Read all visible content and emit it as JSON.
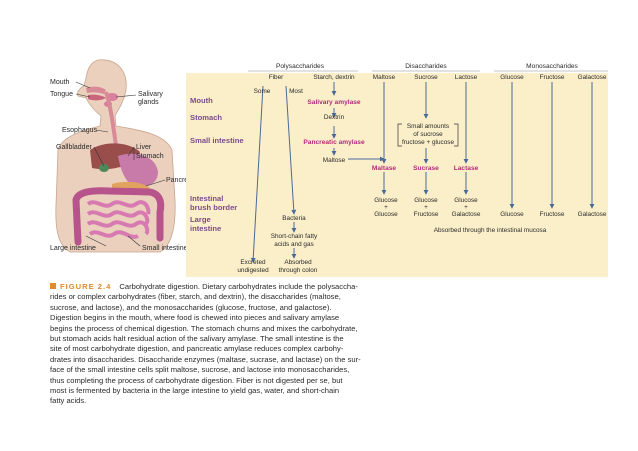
{
  "colors": {
    "panel": "#fbefc9",
    "body_skin": "#ead0bd",
    "organ_pink": "#d98a97",
    "intestine": "#c86b9a",
    "liver": "#9a4e4b",
    "stomach": "#c87aa8",
    "accent_magenta": "#b02c7a",
    "region_label": "#7a4a8c",
    "fig_orange": "#e48a2b",
    "text": "#2a2a2a"
  },
  "anatomy": {
    "mouth": "Mouth",
    "tongue": "Tongue",
    "salivary": "Salivary\nglands",
    "esophagus": "Esophagus",
    "gallbladder": "Gallbladder",
    "liver": "Liver",
    "stomach": "Stomach",
    "pancreas": "Pancreas",
    "large_intestine": "Large intestine",
    "small_intestine": "Small intestine"
  },
  "headers": {
    "polysaccharides": "Polysaccharides",
    "disaccharides": "Disaccharides",
    "monosaccharides": "Monosaccharides"
  },
  "regions": {
    "mouth": "Mouth",
    "stomach": "Stomach",
    "small_intestine": "Small intestine",
    "brush_border": "Intestinal\nbrush border",
    "large_intestine": "Large\nintestine"
  },
  "flow": {
    "fiber": "Fiber",
    "some": "Some",
    "most": "Most",
    "starch_dextrin": "Starch, dextrin",
    "salivary_amylase": "Salivary amylase",
    "dextrin": "Dextrin",
    "pancreatic_amylase": "Pancreatic amylase",
    "maltose_mid": "Maltose",
    "bacteria": "Bacteria",
    "short_chain": "Short-chain fatty\nacids and gas",
    "excreted": "Excreted\nundigested",
    "absorbed_colon": "Absorbed\nthrough colon",
    "maltose": "Maltose",
    "sucrose": "Sucrose",
    "lactose": "Lactose",
    "small_amounts": "Small amounts\nof sucrose",
    "fructose_glucose": "fructose + glucose",
    "maltase": "Maltase",
    "sucrase": "Sucrase",
    "lactase": "Lactase",
    "glucose": "Glucose",
    "fructose": "Fructose",
    "galactose": "Galactose",
    "plus": "+",
    "absorbed_mucosa": "Absorbed through the intestinal mucosa"
  },
  "caption": {
    "figure": "FIGURE 2.4",
    "text": "Carbohydrate digestion. Dietary carbohydrates include the polysaccha-\nrides or complex carbohydrates (fiber, starch, and dextrin), the disaccharides (maltose,\nsucrose, and lactose), and the monosaccharides (glucose, fructose, and galactose).\nDigestion begins in the mouth, where food is chewed into pieces and salivary amylase\nbegins the process of chemical digestion. The stomach churns and mixes the carbohydrate,\nbut stomach acids halt residual action of the salivary amylase. The small intestine is the\nsite of most carbohydrate digestion, and pancreatic amylase reduces complex carbohy-\ndrates into disaccharides. Disaccharide enzymes (maltase, sucrase, and lactase) on the sur-\nface of the small intestine cells split maltose, sucrose, and lactose into monosaccharides,\nthus completing the process of carbohydrate digestion. Fiber is not digested per se, but\nmost is fermented by bacteria in the large intestine to yield gas, water, and short-chain\nfatty acids."
  }
}
